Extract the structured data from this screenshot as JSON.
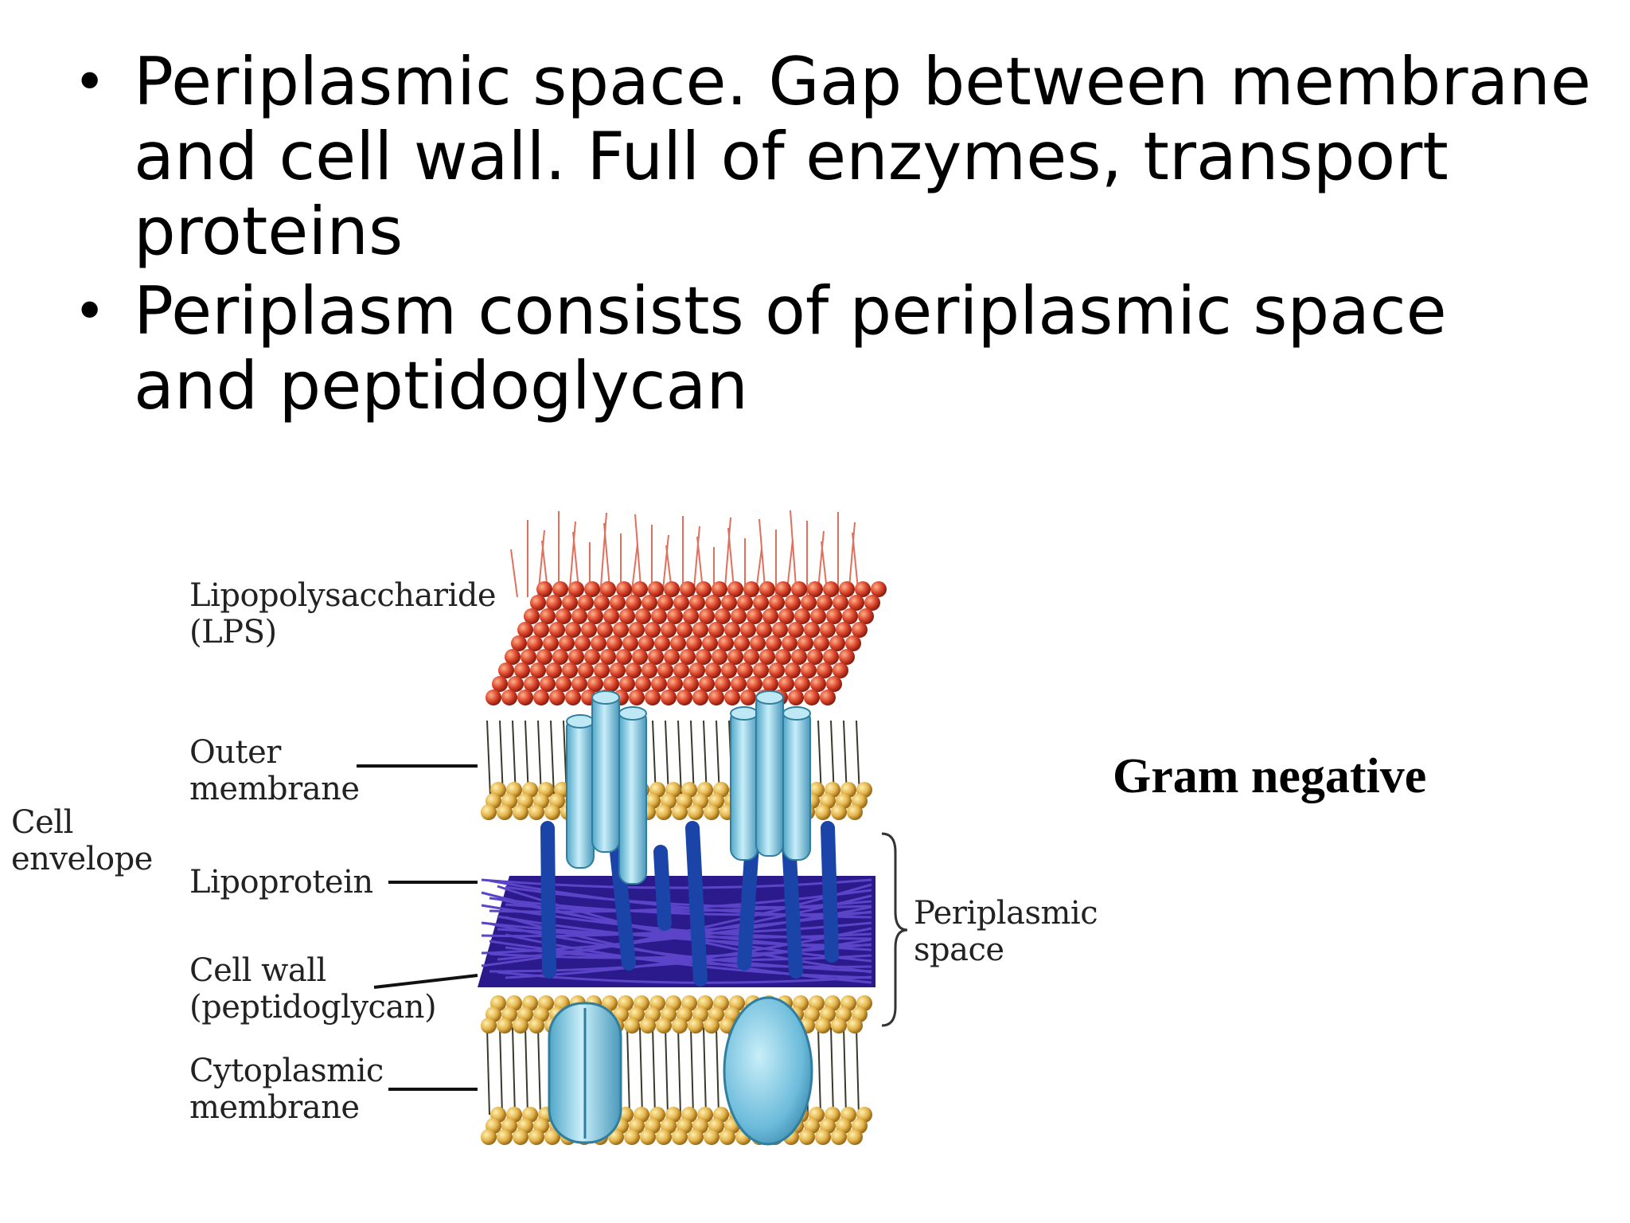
{
  "bullets": [
    "Periplasmic space. Gap between membrane and cell wall. Full of enzymes, transport proteins",
    "Periplasm consists of periplasmic space and peptidoglycan"
  ],
  "diagram": {
    "labels": {
      "lps": [
        "Lipopolysaccharide",
        "(LPS)"
      ],
      "outer_membrane": [
        "Outer",
        "membrane"
      ],
      "cell_envelope": [
        "Cell",
        "envelope"
      ],
      "lipoprotein": "Lipoprotein",
      "cell_wall": [
        "Cell wall",
        "(peptidoglycan)"
      ],
      "cytoplasmic_membrane": [
        "Cytoplasmic",
        "membrane"
      ],
      "periplasmic_space": [
        "Periplasmic",
        "space"
      ]
    },
    "colors": {
      "lps_red": "#d9432a",
      "lipid_yellow": "#e3b34a",
      "protein_cyan": "#8fd0e6",
      "lipoprotein_blue": "#1a44a8",
      "peptidoglycan_indigo": "#2b1a8c"
    }
  },
  "caption": "Gram negative"
}
